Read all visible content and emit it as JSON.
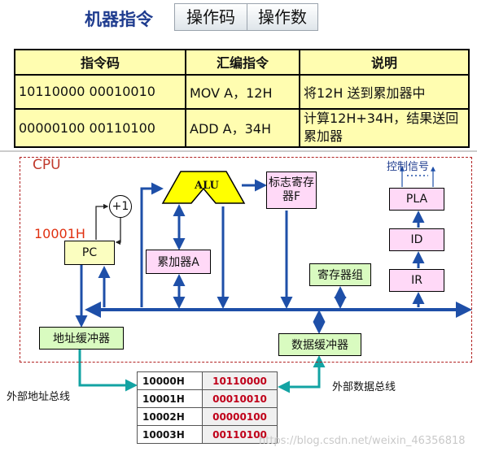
{
  "header": {
    "title": "机器指令",
    "tabs": [
      "操作码",
      "操作数"
    ]
  },
  "instruction_table": {
    "columns": [
      "指令码",
      "汇编指令",
      "说明"
    ],
    "rows": [
      [
        "10110000 00010010",
        "MOV A，12H",
        "将12H 送到累加器中"
      ],
      [
        "00000100 00110100",
        "ADD A，34H",
        "计算12H+34H，结果送回累加器"
      ]
    ]
  },
  "cpu": {
    "label": "CPU",
    "pc": "PC",
    "pc_address": "10001H",
    "increment": "+1",
    "alu": "ALU",
    "accumulator": "累加器A",
    "flags": "标志寄存器F",
    "registers": "寄存器组",
    "pla": "PLA",
    "id": "ID",
    "ir": "IR",
    "control_signals": "控制信号",
    "address_buffer": "地址缓冲器",
    "data_buffer": "数据缓冲器"
  },
  "buses": {
    "external_address": "外部地址总线",
    "external_data": "外部数据总线"
  },
  "memory": [
    {
      "address": "10000H",
      "data": "10110000"
    },
    {
      "address": "10001H",
      "data": "00010010"
    },
    {
      "address": "10002H",
      "data": "00000100"
    },
    {
      "address": "10003H",
      "data": "00110100"
    }
  ],
  "watermark": "https://blog.csdn.net/weixin_46356818",
  "colors": {
    "bus": "#1e4fa8",
    "cpu_frame": "#b22222",
    "alu_fill": "#ffff00",
    "teal_arrow": "#13a3a3",
    "memory_data": "#c0001a",
    "pc_address": "#e03010"
  }
}
